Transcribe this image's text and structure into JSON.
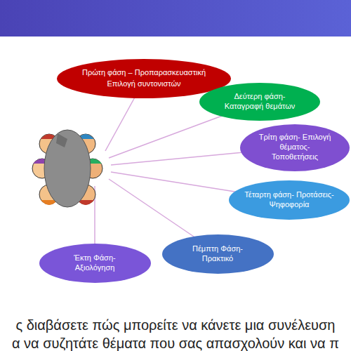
{
  "diagram": {
    "nodes": [
      {
        "text": [
          "Πρώτη φάση – Προπαρασκευαστική",
          "Επιλογή συντονιστών"
        ]
      },
      {
        "text": [
          "Δεύτερη φάση-Καταγραφή θεμάτων"
        ]
      },
      {
        "text": [
          "Τρίτη φάση- Επιλογή θέματος- Τοποθετήσεις"
        ]
      },
      {
        "text": [
          "Τέταρτη φάση- Προτάσεις- Ψηφοφορία"
        ]
      },
      {
        "text": [
          "Πέμπτη Φάση- Πρακτικό"
        ]
      },
      {
        "text": [
          "Έκτη Φάση- Αξιολόγηση"
        ]
      }
    ],
    "edges": [],
    "labels": [
      "ς διαβάσετε πώς μπορείτε να κάνετε μια συνέλευση",
      "α να συζητάτε θέματα που σας απασχολούν και να π"
    ]
  }
}
